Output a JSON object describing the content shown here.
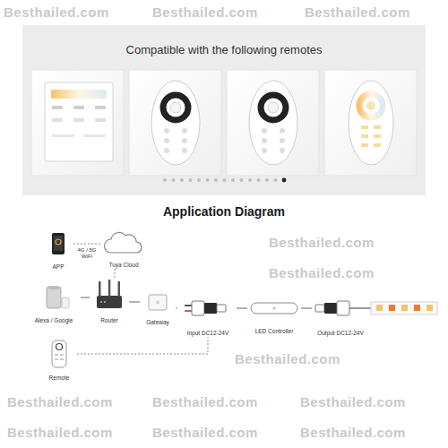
{
  "diagram": {
    "title": "Application Diagram",
    "nodes": [
      {
        "text": [
          "APP"
        ]
      },
      {
        "text": [
          "Tuya Cloud"
        ]
      },
      {
        "text": [
          "Alexa / Google"
        ]
      },
      {
        "text": [
          "Router"
        ]
      },
      {
        "text": [
          "Gateway"
        ]
      },
      {
        "text": [
          "Input DC12-24V"
        ]
      },
      {
        "text": [
          "LED Controller"
        ]
      },
      {
        "text": [
          "Output DC12-24V"
        ]
      },
      {
        "text": [
          "Remote"
        ]
      }
    ],
    "edges": [
      {
        "from": 0,
        "to": 1,
        "arrow": "none",
        "label": "4G / 5G WiFi"
      },
      {
        "from": 1,
        "to": 3,
        "arrow": "none"
      },
      {
        "from": 2,
        "to": 3,
        "arrow": "none"
      },
      {
        "from": 3,
        "to": 4,
        "arrow": "none"
      },
      {
        "from": 4,
        "to": 5,
        "arrow": "none"
      },
      {
        "from": 5,
        "to": 6,
        "arrow": "none"
      },
      {
        "from": 6,
        "to": 7,
        "arrow": "none"
      },
      {
        "from": 8,
        "to": 5,
        "arrow": "none"
      }
    ],
    "labels": [
      "Compatible with the following remotes",
      "Besthailed.com",
      "Besthailed.com",
      "Besthailed.com",
      "Besthailed.com",
      "Besthailed.com",
      "Besthailed.com",
      "Besthailed.com",
      "Besthailed.com",
      "Besthailed.com",
      "Besthailed.com",
      "Besthailed.com",
      "Besthailed.com"
    ]
  }
}
